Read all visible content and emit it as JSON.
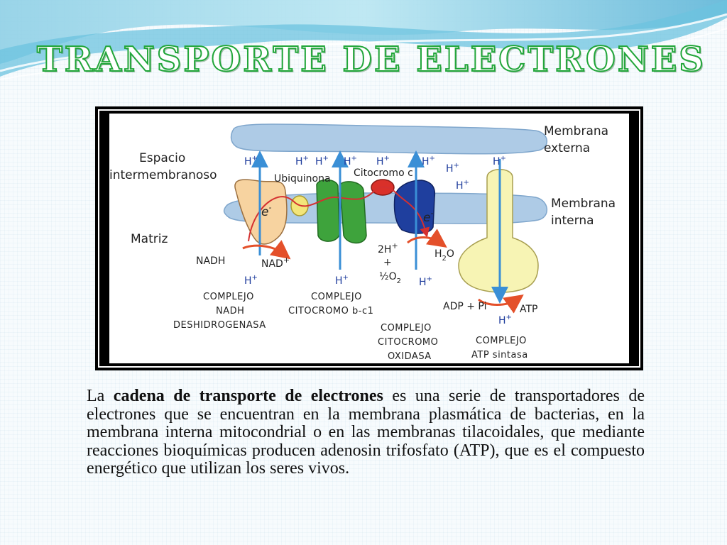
{
  "slide": {
    "title": "TRANSPORTE DE ELECTRONES",
    "description": {
      "lead": "La",
      "term": "cadena de transporte de electrones",
      "text": "es una serie de transportadores de electrones que se encuentran en la membrana plasmática de bacterias, en la membrana interna mitocondrial o en las membranas tilacoidales, que mediante reacciones bioquímicas producen adenosin trifosfato (ATP), que es el compuesto energético que utilizan los seres vivos."
    }
  },
  "diagram": {
    "regions": {
      "espacio": [
        "Espacio",
        "intermembranoso"
      ],
      "matriz": "Matriz",
      "membrana_externa": [
        "Membrana",
        "externa"
      ],
      "membrana_interna": [
        "Membrana",
        "interna"
      ]
    },
    "molecules": {
      "ubiquinona": "Ubiquinona",
      "citocromo_c": "Citocromo c",
      "nadh": "NADH",
      "nad": "NAD",
      "nad_sup": "+",
      "e_symbol": "e",
      "e_sup": "-",
      "h_symbol": "H",
      "h_sup": "+",
      "two_h": "2H",
      "plus": "+",
      "half_o2": "½O",
      "o2_sub": "2",
      "h2o_h": "H",
      "h2o_sub": "2",
      "h2o_o": "O",
      "adp_pi": "ADP + Pi",
      "atp": "ATP"
    },
    "complexes": {
      "c1": [
        "COMPLEJO",
        "NADH",
        "DESHIDROGENASA"
      ],
      "c3": [
        "COMPLEJO",
        "CITOCROMO b-c1"
      ],
      "c4": [
        "COMPLEJO",
        "CITOCROMO",
        "OXIDASA"
      ],
      "c5": [
        "COMPLEJO",
        "ATP sintasa"
      ]
    },
    "colors": {
      "membrane": "#aecbe6",
      "membrane_stroke": "#7fa6cc",
      "complex1": "#f7d3a0",
      "ubiquinone": "#f3e57a",
      "complex3": "#3ea33c",
      "cytochrome_c": "#d9302a",
      "complex4": "#1f3f9e",
      "atp_synthase": "#f7f4b4",
      "proton_arrow": "#3a8fd6",
      "electron_path": "#d43030",
      "reaction_arrow": "#e4502a",
      "title_outline": "#22a63a"
    }
  }
}
